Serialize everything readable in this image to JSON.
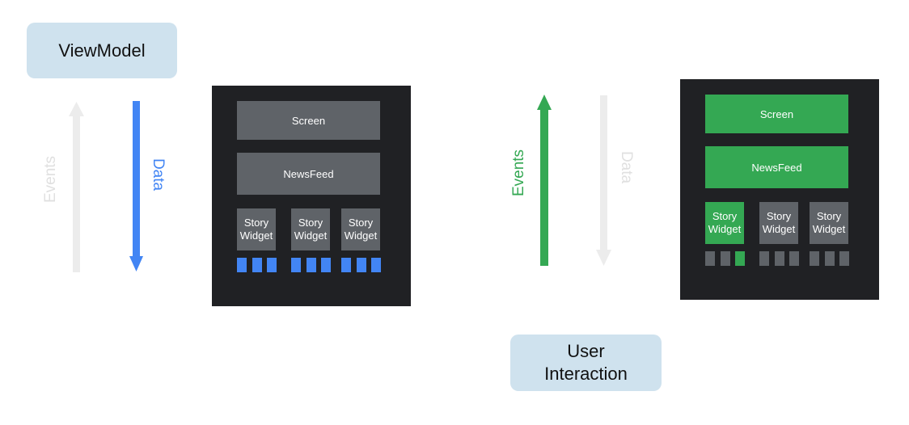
{
  "viewmodel_label": "ViewModel",
  "user_interaction_label": "User\nInteraction",
  "left_arrows": {
    "events_label": "Events",
    "data_label": "Data"
  },
  "right_arrows": {
    "events_label": "Events",
    "data_label": "Data"
  },
  "left_panel": {
    "screen_label": "Screen",
    "newsfeed_label": "NewsFeed",
    "story_widgets": [
      "Story\nWidget",
      "Story\nWidget",
      "Story\nWidget"
    ]
  },
  "right_panel": {
    "screen_label": "Screen",
    "newsfeed_label": "NewsFeed",
    "story_widgets": [
      "Story\nWidget",
      "Story\nWidget",
      "Story\nWidget"
    ]
  },
  "colors": {
    "data_flow": "#4285f4",
    "event_flow": "#34a853",
    "inactive_arrow": "#ececec",
    "inactive_label": "#e0e0e0",
    "panel_bg": "#202124",
    "block_gray": "#5f6368",
    "pill_bg": "#cfe2ee"
  }
}
